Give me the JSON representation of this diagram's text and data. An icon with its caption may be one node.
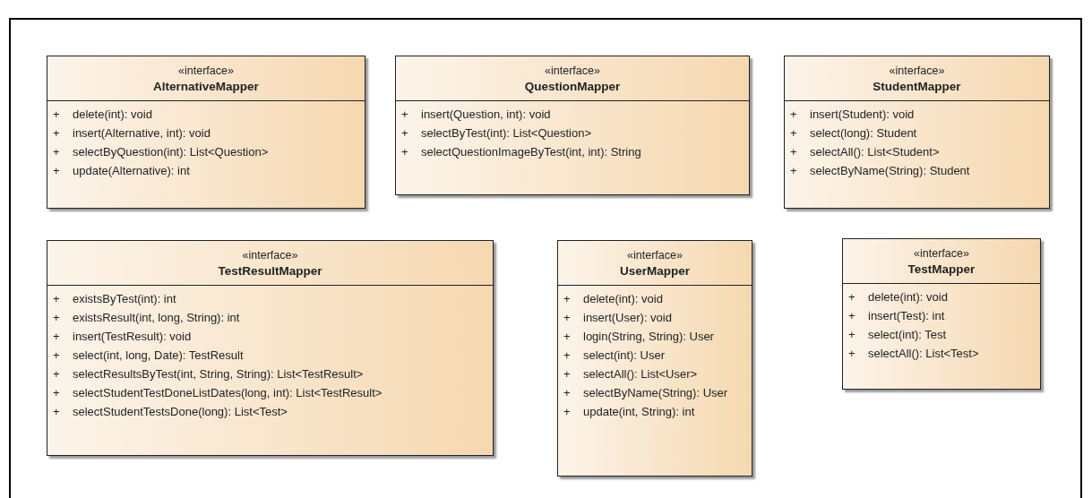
{
  "diagram": {
    "nodes": [
      {
        "text": [
          "«interface»",
          "AlternativeMapper",
          "+ delete(int): void",
          "+ insert(Alternative, int): void",
          "+ selectByQuestion(int): List<Question>",
          "+ update(Alternative): int"
        ]
      },
      {
        "text": [
          "«interface»",
          "QuestionMapper",
          "+ insert(Question, int): void",
          "+ selectByTest(int): List<Question>",
          "+ selectQuestionImageByTest(int, int): String"
        ]
      },
      {
        "text": [
          "«interface»",
          "StudentMapper",
          "+ insert(Student): void",
          "+ select(long): Student",
          "+ selectAll(): List<Student>",
          "+ selectByName(String): Student"
        ]
      },
      {
        "text": [
          "«interface»",
          "TestResultMapper",
          "+ existsByTest(int): int",
          "+ existsResult(int, long, String): int",
          "+ insert(TestResult): void",
          "+ select(int, long, Date): TestResult",
          "+ selectResultsByTest(int, String, String): List<TestResult>",
          "+ selectStudentTestDoneListDates(long, int): List<TestResult>",
          "+ selectStudentTestsDone(long): List<Test>"
        ]
      },
      {
        "text": [
          "«interface»",
          "UserMapper",
          "+ delete(int): void",
          "+ insert(User): void",
          "+ login(String, String): User",
          "+ select(int): User",
          "+ selectAll(): List<User>",
          "+ selectByName(String): User",
          "+ update(int, String): int"
        ]
      },
      {
        "text": [
          "«interface»",
          "TestMapper",
          "+ delete(int): void",
          "+ insert(Test): int",
          "+ select(int): Test",
          "+ selectAll(): List<Test>"
        ]
      }
    ]
  }
}
